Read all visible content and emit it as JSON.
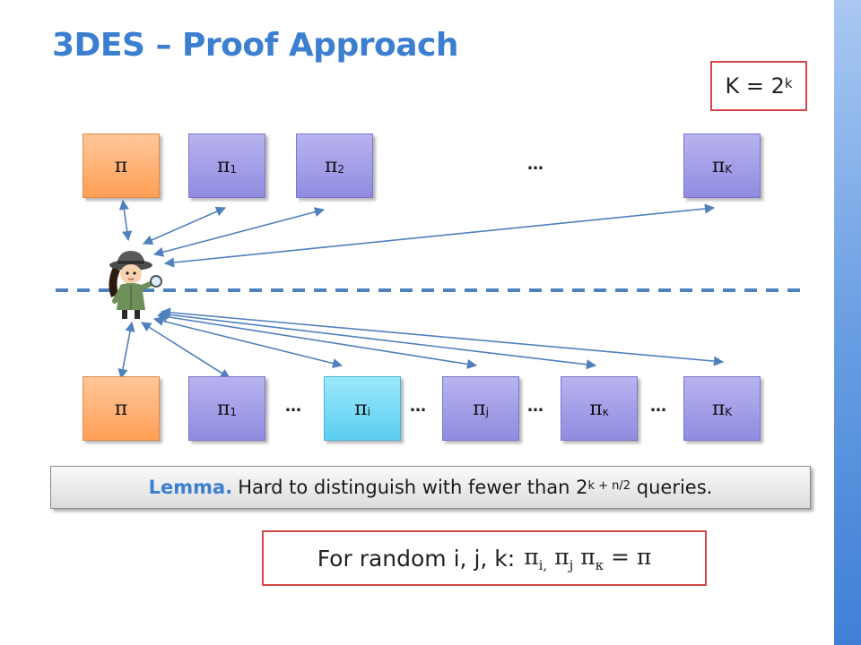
{
  "title": "3DES – Proof Approach",
  "k_box": {
    "text": "K = 2",
    "sup": "k"
  },
  "top_row": [
    {
      "symbol": "π",
      "sub": ""
    },
    {
      "symbol": "π",
      "sub": "1"
    },
    {
      "symbol": "π",
      "sub": "2"
    },
    {
      "symbol": "π",
      "sub": "K"
    }
  ],
  "bottom_row": [
    {
      "symbol": "π",
      "sub": ""
    },
    {
      "symbol": "π",
      "sub": "1"
    },
    {
      "symbol": "π",
      "sub": "i"
    },
    {
      "symbol": "π",
      "sub": "j"
    },
    {
      "symbol": "π",
      "sub": "κ"
    },
    {
      "symbol": "π",
      "sub": "K"
    }
  ],
  "ellipsis": "…",
  "lemma": {
    "lead": "Lemma.",
    "text": "Hard to distinguish with fewer than 2",
    "sup": "k + n/2",
    "tail": " queries."
  },
  "random": {
    "text": "For random i, j, k:",
    "formula": {
      "pi": "π",
      "sub_i": "i,",
      "sub_j": "j",
      "sub_k": "κ",
      "eq": " = π"
    }
  },
  "colors": {
    "title": "#3c7fd0",
    "accent_border": "#d64747",
    "arrow": "#4f81bd",
    "dashed": "#4f81bd"
  },
  "icons": {
    "figure": "detective-icon"
  }
}
